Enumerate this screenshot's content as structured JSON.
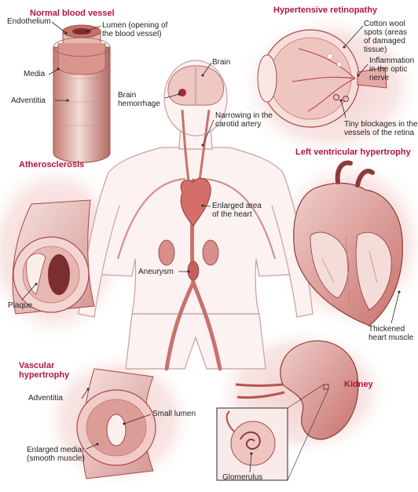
{
  "headings": {
    "normal_vessel": "Normal blood vessel",
    "retinopathy": "Hypertensive retinopathy",
    "atherosclerosis": "Atherosclerosis",
    "lvh": "Left ventricular hypertrophy",
    "vascular": "Vascular\nhypertrophy",
    "kidney": "Kidney"
  },
  "labels": {
    "lumen": "Lumen (opening of\nthe blood vessel)",
    "endothelium": "Endothelium",
    "media": "Media",
    "adventitia_top": "Adventitia",
    "brain": "Brain",
    "brain_hemorrhage": "Brain\nhemorrhage",
    "carotid": "Narrowing in the\ncarotid artery",
    "enlarged_heart": "Enlarged area\nof the heart",
    "aneurysm": "Aneurysm",
    "cotton_wool": "Cotton wool\nspots (areas\nof damaged\ntissue)",
    "optic": "Inflammation\nin the optic\nnerve",
    "blockages": "Tiny blockages in the\nvessels of the retina",
    "plaque": "Plaque",
    "thickened": "Thickened\nheart muscle",
    "adventitia_bottom": "Adventitia",
    "small_lumen": "Small lumen",
    "enlarged_media": "Enlarged media\n(smooth muscle)",
    "glomerulus": "Glomerulus"
  },
  "colors": {
    "heading": "#b3143f",
    "tissue_light": "#f3d6d3",
    "tissue_mid": "#d98e8a",
    "tissue_dark": "#a8484a",
    "outline": "#7a2e30"
  }
}
